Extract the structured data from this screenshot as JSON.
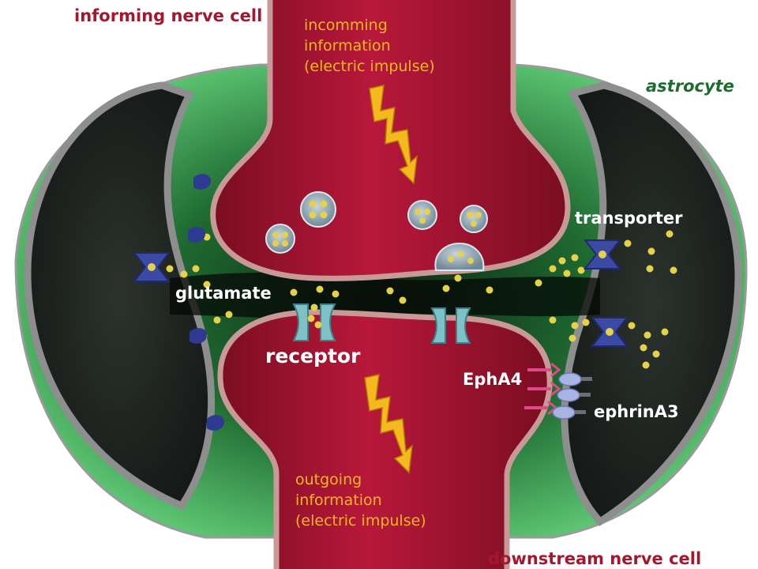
{
  "labels": {
    "informing_cell": "informing nerve cell",
    "astrocyte": "astrocyte",
    "incoming_1": "incomming",
    "incoming_2": "information",
    "incoming_3": "(electric impulse)",
    "transporter": "transporter",
    "glutamate": "glutamate",
    "receptor": "receptor",
    "epha4": "EphA4",
    "ephrina3": "ephrinA3",
    "outgoing_1": "outgoing",
    "outgoing_2": "information",
    "outgoing_3": "(electric impulse)",
    "downstream_cell": "downstream nerve cell"
  },
  "colors": {
    "nerve_cell": "#a3172f",
    "astrocyte_green": "#2f9a45",
    "astrocyte_dark": "#1c211e",
    "membrane": "#c89a97",
    "impulse": "#f5b81f",
    "glutamate": "#e3d24a",
    "transporter": "#3b4aa3",
    "receptor": "#7ec2c8",
    "epha4": "#e04a8a",
    "ephrina3": "#a9b4e2"
  },
  "icons": {
    "impulse": "lightning-bolt-icon"
  }
}
